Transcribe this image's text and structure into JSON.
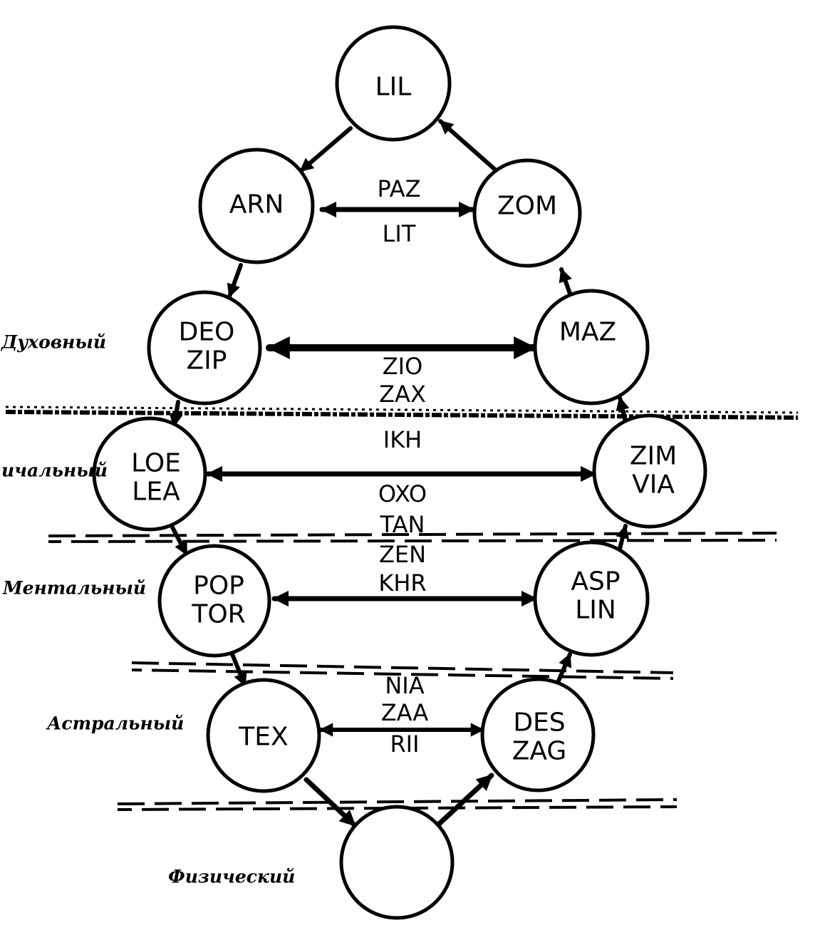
{
  "levels": [
    {
      "id": "spiritual",
      "label": "Духовный"
    },
    {
      "id": "causal",
      "label": "ичальный"
    },
    {
      "id": "mental",
      "label": "Ментальный"
    },
    {
      "id": "astral",
      "label": "Астральный"
    },
    {
      "id": "physical",
      "label": "Физический"
    }
  ],
  "nodes": [
    {
      "id": "lil",
      "lines": [
        "LIL"
      ]
    },
    {
      "id": "arn",
      "lines": [
        "ARN"
      ]
    },
    {
      "id": "zom",
      "lines": [
        "ZOM"
      ]
    },
    {
      "id": "deo",
      "lines": [
        "DEO",
        "ZIP"
      ]
    },
    {
      "id": "maz",
      "lines": [
        "MAZ"
      ]
    },
    {
      "id": "loe",
      "lines": [
        "LOE",
        "LEA"
      ]
    },
    {
      "id": "zim",
      "lines": [
        "ZIM",
        "VIA"
      ]
    },
    {
      "id": "pop",
      "lines": [
        "POP",
        "TOR"
      ]
    },
    {
      "id": "asp",
      "lines": [
        "ASP",
        "LIN"
      ]
    },
    {
      "id": "tex",
      "lines": [
        "TEX"
      ]
    },
    {
      "id": "des",
      "lines": [
        "DES",
        "ZAG"
      ]
    },
    {
      "id": "base",
      "lines": []
    }
  ],
  "edge_labels": {
    "arn_zom": [
      "PAZ",
      "LIT"
    ],
    "deo_maz": [
      "ZIO",
      "ZAX"
    ],
    "loe_zim": [
      "IKH",
      "OXO",
      "TAN"
    ],
    "pop_asp": [
      "ZEN",
      "KHR"
    ],
    "tex_des": [
      "NIA",
      "ZAA",
      "RII"
    ]
  }
}
